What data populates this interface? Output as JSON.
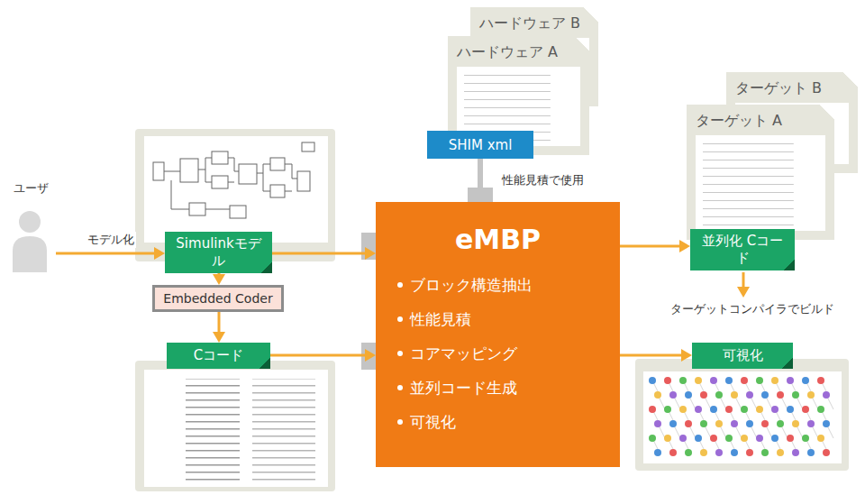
{
  "diagram": {
    "nodes": [
      {
        "text": [
          "ユーザ"
        ]
      },
      {
        "text": [
          "ハードウェア B"
        ]
      },
      {
        "text": [
          "ハードウェア A"
        ]
      },
      {
        "text": [
          "SHIM xml"
        ]
      },
      {
        "text": [
          "ターゲット B"
        ]
      },
      {
        "text": [
          "ターゲット A"
        ]
      },
      {
        "text": [
          "Simulinkモデル"
        ]
      },
      {
        "text": [
          "eMBP",
          "ブロック構造抽出",
          "性能見積",
          "コアマッピング",
          "並列コード生成",
          "可視化"
        ]
      },
      {
        "text": [
          "並列化 Cコード"
        ]
      },
      {
        "text": [
          "Embedded Coder"
        ]
      },
      {
        "text": [
          "Cコード"
        ]
      },
      {
        "text": [
          "可視化"
        ]
      }
    ],
    "edges": [
      {
        "from": 0,
        "to": 6,
        "arrow": "to",
        "label": "モデル化"
      },
      {
        "from": 6,
        "to": 7,
        "arrow": "to"
      },
      {
        "from": 6,
        "to": 9,
        "arrow": "to"
      },
      {
        "from": 9,
        "to": 10,
        "arrow": "to"
      },
      {
        "from": 10,
        "to": 7,
        "arrow": "to"
      },
      {
        "from": 3,
        "to": 7,
        "arrow": "none",
        "label": "性能見積で使用"
      },
      {
        "from": 7,
        "to": 8,
        "arrow": "to"
      },
      {
        "from": 7,
        "to": 11,
        "arrow": "to"
      }
    ],
    "labels": [
      "ターゲットコンパイラでビルド"
    ]
  }
}
